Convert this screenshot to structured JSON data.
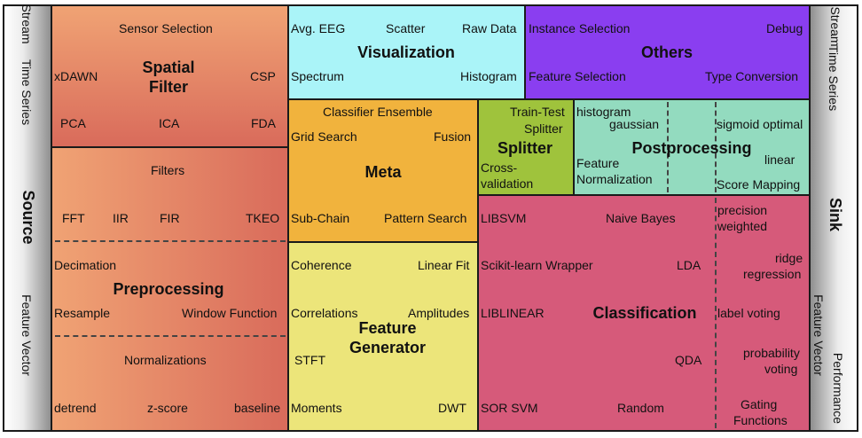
{
  "source": {
    "title": "Source",
    "stream": "Stream",
    "time_series": "Time Series",
    "feature_vector": "Feature Vector"
  },
  "sink": {
    "title": "Sink",
    "stream": "Stream",
    "time_series": "Time Series",
    "feature_vector": "Feature Vector",
    "performance": "Performance"
  },
  "spatial_filter": {
    "title_line1": "Spatial",
    "title_line2": "Filter",
    "items": [
      "Sensor Selection",
      "xDAWN",
      "CSP",
      "PCA",
      "ICA",
      "FDA"
    ]
  },
  "preprocessing": {
    "title": "Preprocessing",
    "items": [
      "Filters",
      "FFT",
      "IIR",
      "FIR",
      "TKEO",
      "Decimation",
      "Resample",
      "Window Function",
      "Normalizations",
      "detrend",
      "z-score",
      "baseline"
    ]
  },
  "visualization": {
    "title": "Visualization",
    "items": [
      "Avg. EEG",
      "Scatter",
      "Raw Data",
      "Spectrum",
      "Histogram"
    ]
  },
  "others": {
    "title": "Others",
    "items": [
      "Instance Selection",
      "Debug",
      "Feature Selection",
      "Type Conversion"
    ]
  },
  "meta": {
    "title": "Meta",
    "items": [
      "Classifier Ensemble",
      "Grid Search",
      "Fusion",
      "Sub-Chain",
      "Pattern Search"
    ]
  },
  "splitter": {
    "title": "Splitter",
    "items": [
      "Train-Test",
      "Splitter",
      "Cross-",
      "validation"
    ]
  },
  "postprocessing": {
    "title": "Postprocessing",
    "items": [
      "histogram",
      "gaussian",
      "sigmoid optimal",
      "Feature",
      "Normalization",
      "linear",
      "Score Mapping"
    ]
  },
  "feature_generator": {
    "title_line1": "Feature",
    "title_line2": "Generator",
    "items": [
      "Coherence",
      "Linear Fit",
      "Correlations",
      "Amplitudes",
      "STFT",
      "Moments",
      "DWT"
    ]
  },
  "classification": {
    "title": "Classification",
    "items": [
      "LIBSVM",
      "Naive Bayes",
      "precision",
      "weighted",
      "Scikit-learn Wrapper",
      "LDA",
      "ridge",
      "regression",
      "LIBLINEAR",
      "label voting",
      "QDA",
      "probability",
      "voting",
      "SOR SVM",
      "Random",
      "Gating",
      "Functions"
    ]
  },
  "colors": {
    "spatial": "#e8865e",
    "preprocessing": "#e8865e",
    "visualization": "#aaf4f8",
    "others": "#8a3ef0",
    "meta": "#f1b33d",
    "splitter": "#9fc33c",
    "postprocessing": "#93dbbf",
    "feature_generator": "#ece57a",
    "classification": "#d65a7a",
    "side_bar": "#9a9a9a"
  }
}
